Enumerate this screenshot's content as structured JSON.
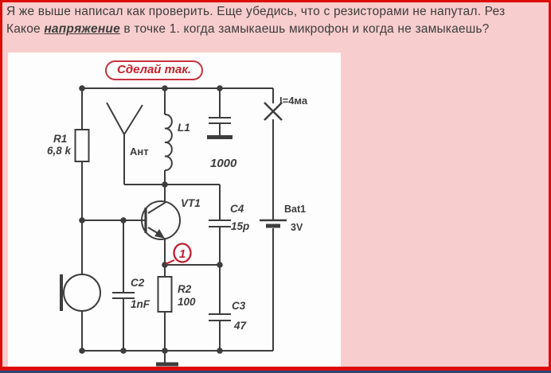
{
  "message": {
    "line1": "Я же выше написал как проверить. Еще убедись, что с резисторами не напутал. Рез",
    "line2_prefix": "Какое ",
    "line2_emphasis": "напряжение",
    "line2_suffix": " в точке 1. когда замыкаешь микрофон и когда не замыкаешь?"
  },
  "schematic": {
    "badge": "Сделай так.",
    "current_note": "I=4ма",
    "test_point": "1",
    "components": {
      "r1": {
        "name": "R1",
        "value": "6,8 k"
      },
      "antenna": {
        "name": "Ант"
      },
      "l1": {
        "name": "L1"
      },
      "c1": {
        "value": "1000"
      },
      "vt1": {
        "name": "VT1"
      },
      "c4": {
        "name": "C4",
        "value": "15p"
      },
      "battery": {
        "name": "Bat1",
        "value": "3V"
      },
      "c2": {
        "name": "C2",
        "value": "1nF"
      },
      "r2": {
        "name": "R2",
        "value": "100"
      },
      "c3": {
        "name": "C3",
        "value": "47"
      }
    }
  },
  "colors": {
    "page_bg": "#f8cdcd",
    "border_red": "#dc0c0c",
    "accent_red": "#c5202c",
    "ink": "#3d3d3d",
    "panel_bg": "#fdfdfd",
    "bottom_bar_navy": "#2a4779"
  }
}
